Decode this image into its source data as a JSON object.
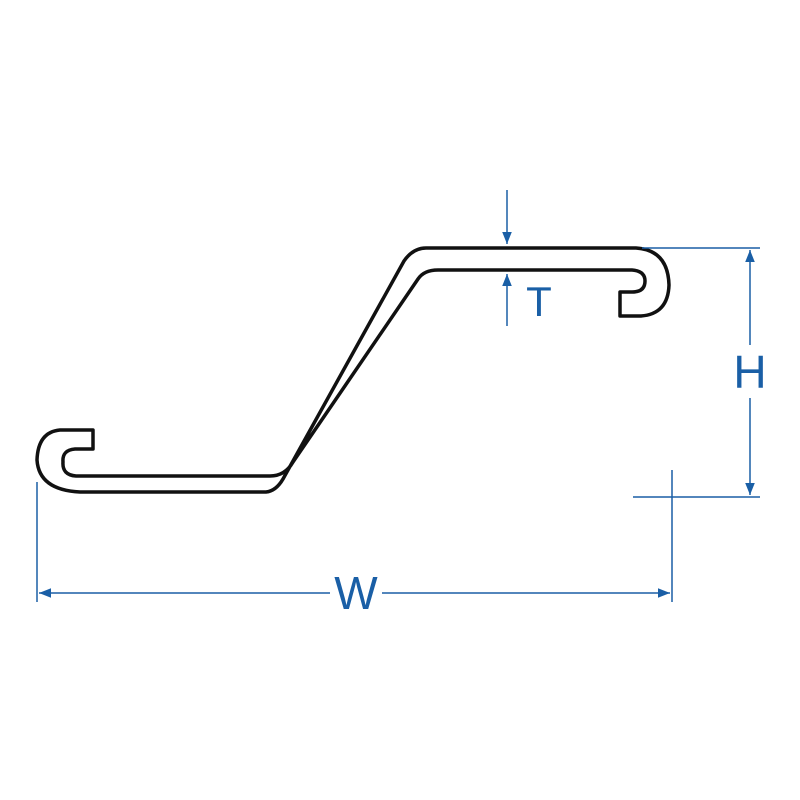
{
  "diagram": {
    "labels": {
      "width": "W",
      "height": "H",
      "thickness": "T"
    },
    "colors": {
      "profile_stroke": "#111111",
      "dimension": "#1a5fa6",
      "background": "#ffffff"
    }
  }
}
